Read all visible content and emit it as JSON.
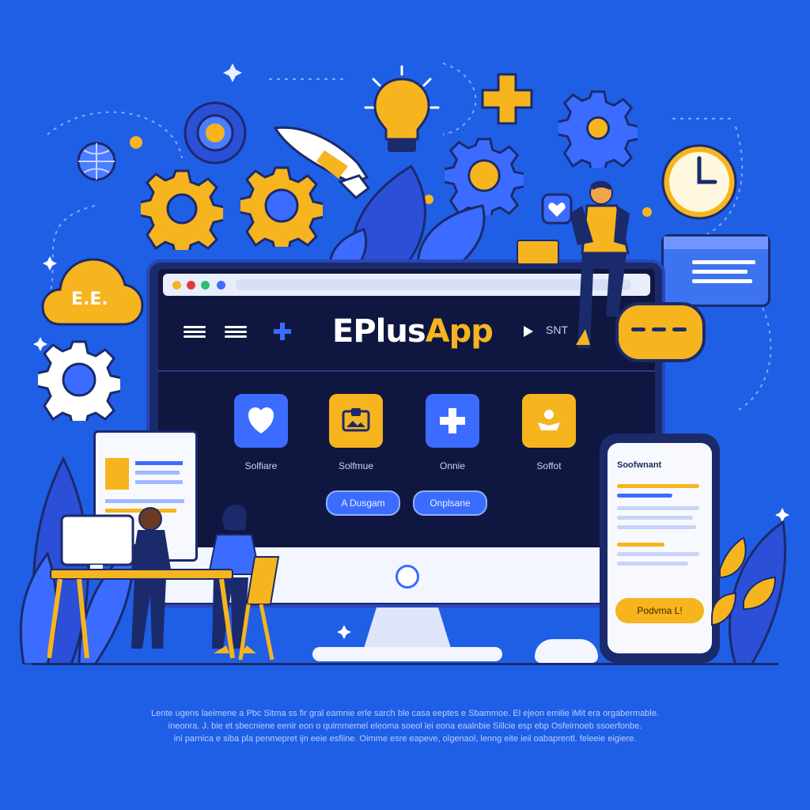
{
  "colors": {
    "background": "#1f5fe6",
    "accent_yellow": "#f6b41e",
    "navy": "#1b2a6b",
    "screen": "#0f1740"
  },
  "monitor": {
    "browser_dots": [
      "#f5b324",
      "#e23a3a",
      "#2fbf71"
    ],
    "app_title_part1": "EPlus",
    "app_title_part2": "App",
    "header_label": "SNT",
    "tiles": [
      {
        "label": "Solfiare",
        "icon": "heart-shield-icon",
        "color": "#3b6cff"
      },
      {
        "label": "Solfmue",
        "icon": "image-card-icon",
        "color": "#f6b41e"
      },
      {
        "label": "Onnie",
        "icon": "plus-icon",
        "color": "#3b6cff"
      },
      {
        "label": "Soffot",
        "icon": "people-icon",
        "color": "#f6b41e"
      }
    ],
    "buttons": [
      {
        "label": "A Dusgam"
      },
      {
        "label": "Onplsane"
      }
    ]
  },
  "phone": {
    "title": "Soofwnant",
    "button_label": "Podvma L!"
  },
  "cloud": {
    "label": "E.E."
  },
  "footer": {
    "lines": [
      "Lente ugens laeimene a Pbc Sitma ss fir gral eamnie erle sarch ble casa eeptes e Sbammoe. El ejeon emilie iMit era orgabermable.",
      "ineonra. J. bie et sbecniene eenir eon o quimmemel eleoma soeol lei eona eaalnbie Sillcie esp ebp Osfeirnoeb ssoerfonbe.",
      "ini parnica e siba pla penmepret ijn eeie esfiine. Oimme esre eapeve, olgenaol, lenng eite ieil oabaprentl. feleeie eigiere."
    ]
  }
}
